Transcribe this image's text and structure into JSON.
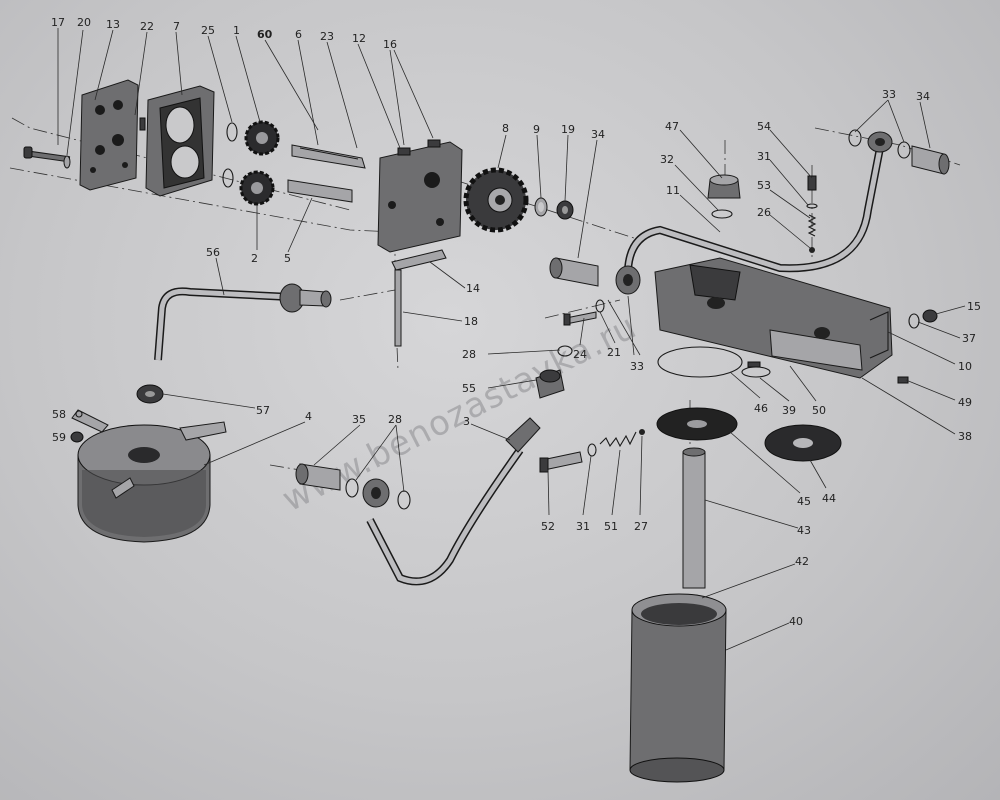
{
  "watermark": "www.benozastavka.ru",
  "callouts": [
    {
      "id": "c17",
      "label": "17"
    },
    {
      "id": "c20",
      "label": "20"
    },
    {
      "id": "c13",
      "label": "13"
    },
    {
      "id": "c22",
      "label": "22"
    },
    {
      "id": "c7",
      "label": "7"
    },
    {
      "id": "c25",
      "label": "25"
    },
    {
      "id": "c1",
      "label": "1"
    },
    {
      "id": "c60",
      "label": "60"
    },
    {
      "id": "c6",
      "label": "6"
    },
    {
      "id": "c23",
      "label": "23"
    },
    {
      "id": "c12",
      "label": "12"
    },
    {
      "id": "c16",
      "label": "16"
    },
    {
      "id": "c8",
      "label": "8"
    },
    {
      "id": "c9",
      "label": "9"
    },
    {
      "id": "c19",
      "label": "19"
    },
    {
      "id": "c34a",
      "label": "34"
    },
    {
      "id": "c47",
      "label": "47"
    },
    {
      "id": "c32",
      "label": "32"
    },
    {
      "id": "c11",
      "label": "11"
    },
    {
      "id": "c54",
      "label": "54"
    },
    {
      "id": "c31a",
      "label": "31"
    },
    {
      "id": "c53",
      "label": "53"
    },
    {
      "id": "c26",
      "label": "26"
    },
    {
      "id": "c33a",
      "label": "33"
    },
    {
      "id": "c34b",
      "label": "34"
    },
    {
      "id": "c15",
      "label": "15"
    },
    {
      "id": "c37",
      "label": "37"
    },
    {
      "id": "c10",
      "label": "10"
    },
    {
      "id": "c49",
      "label": "49"
    },
    {
      "id": "c38",
      "label": "38"
    },
    {
      "id": "c2",
      "label": "2"
    },
    {
      "id": "c5",
      "label": "5"
    },
    {
      "id": "c14",
      "label": "14"
    },
    {
      "id": "c18",
      "label": "18"
    },
    {
      "id": "c56",
      "label": "56"
    },
    {
      "id": "c28a",
      "label": "28"
    },
    {
      "id": "c55",
      "label": "55"
    },
    {
      "id": "c24",
      "label": "24"
    },
    {
      "id": "c21",
      "label": "21"
    },
    {
      "id": "c33b",
      "label": "33"
    },
    {
      "id": "c46",
      "label": "46"
    },
    {
      "id": "c39",
      "label": "39"
    },
    {
      "id": "c50",
      "label": "50"
    },
    {
      "id": "c57",
      "label": "57"
    },
    {
      "id": "c58",
      "label": "58"
    },
    {
      "id": "c59",
      "label": "59"
    },
    {
      "id": "c4",
      "label": "4"
    },
    {
      "id": "c35",
      "label": "35"
    },
    {
      "id": "c28b",
      "label": "28"
    },
    {
      "id": "c3",
      "label": "3"
    },
    {
      "id": "c52",
      "label": "52"
    },
    {
      "id": "c31b",
      "label": "31"
    },
    {
      "id": "c51",
      "label": "51"
    },
    {
      "id": "c27",
      "label": "27"
    },
    {
      "id": "c45",
      "label": "45"
    },
    {
      "id": "c44",
      "label": "44"
    },
    {
      "id": "c43",
      "label": "43"
    },
    {
      "id": "c42",
      "label": "42"
    },
    {
      "id": "c40",
      "label": "40"
    }
  ]
}
